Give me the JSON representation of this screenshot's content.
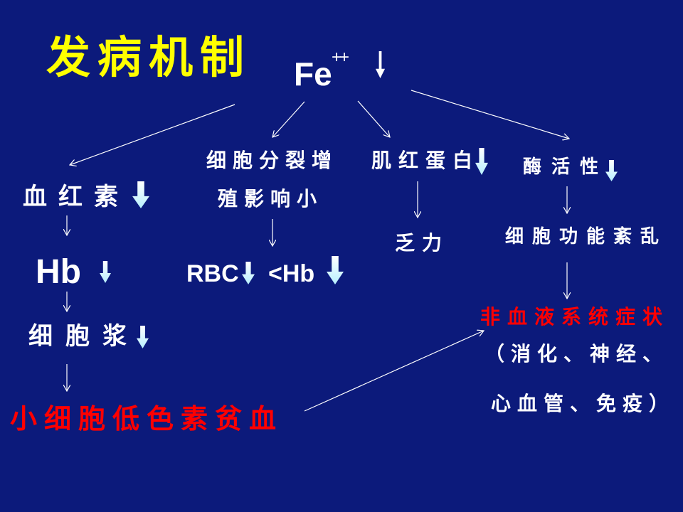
{
  "slide": {
    "title": "发病机制",
    "root": {
      "symbol": "Fe",
      "charge": "++"
    },
    "branches": {
      "heme": {
        "label": "血红素",
        "hb": "Hb",
        "cytoplasm": "细胞浆",
        "outcome": "小细胞低色素贫血"
      },
      "cell_division": {
        "line1": "细胞分裂增",
        "line2": "殖影响小",
        "rbc": "RBC",
        "hb": "<Hb"
      },
      "myoglobin": {
        "label": "肌红蛋白",
        "outcome": "乏力"
      },
      "enzyme": {
        "label": "酶活性",
        "effect": "细胞功能紊乱",
        "outcome": "非血液系统症状",
        "detail_line1": "（消化、神经、",
        "detail_line2": "心血管、免疫）"
      }
    },
    "icons": {
      "decrease": "down-arrow-icon"
    }
  },
  "colors": {
    "background": "#0c1a7b",
    "title": "#ffff00",
    "text": "#ffffff",
    "highlight": "#ff0000",
    "decrease_arrow": "#b8f0ff"
  }
}
